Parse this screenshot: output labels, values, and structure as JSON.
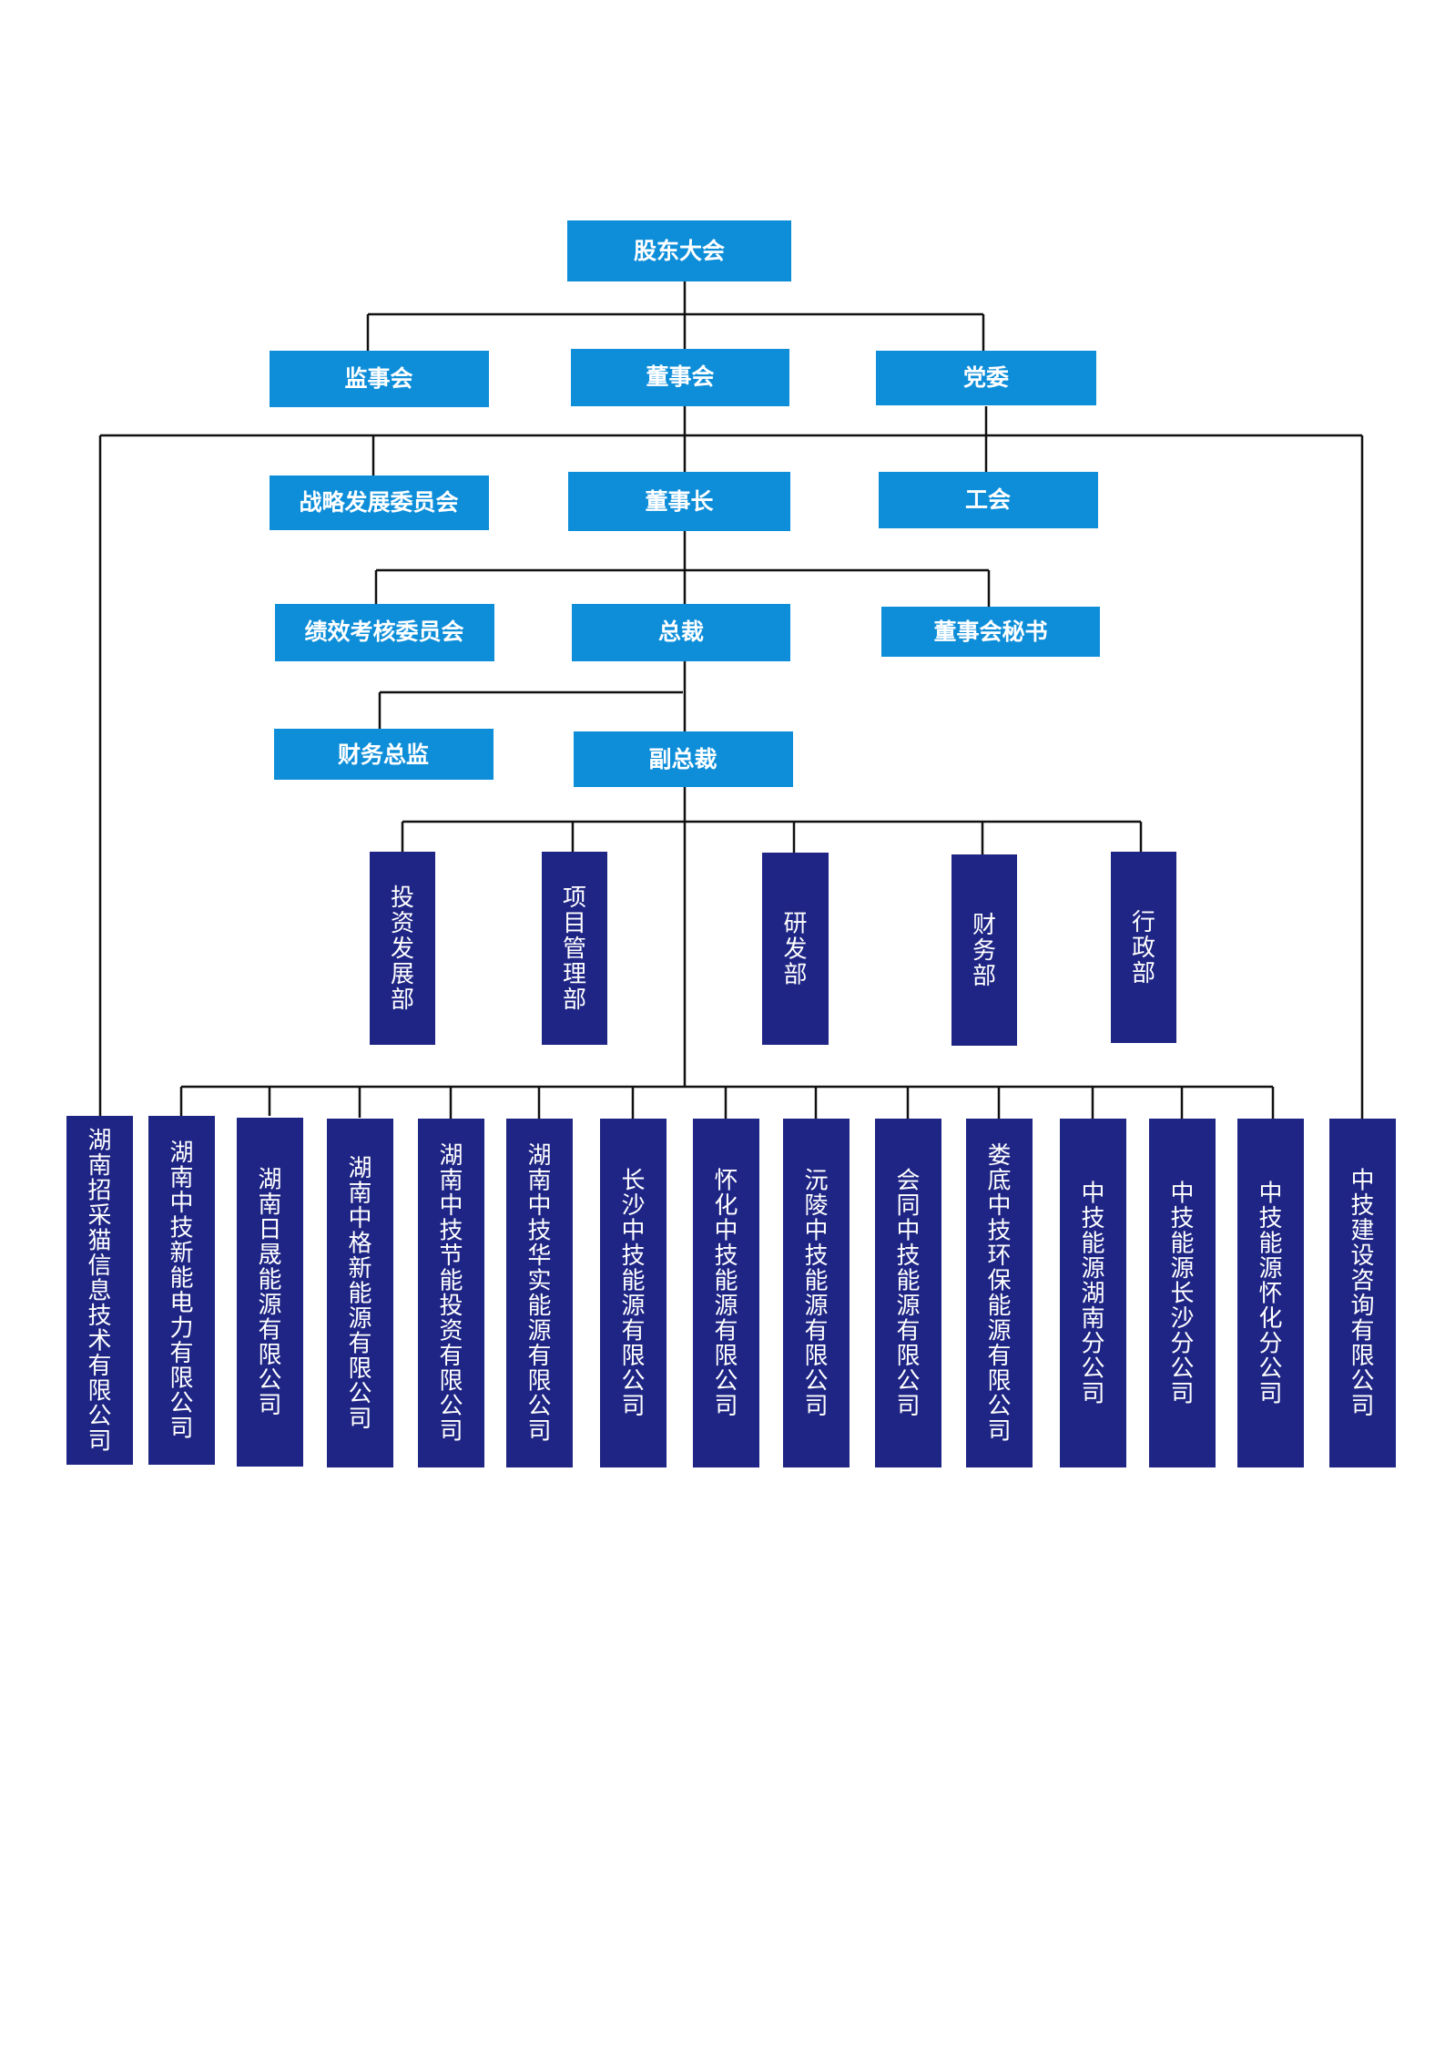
{
  "top": {
    "shareholders": "股东大会",
    "supervisors": "监事会",
    "board": "董事会",
    "party": "党委",
    "strategy": "战略发展委员会",
    "chairman": "董事长",
    "union": "工会",
    "performance": "绩效考核委员会",
    "president": "总裁",
    "board_secretary": "董事会秘书",
    "cfo": "财务总监",
    "vice_president": "副总裁"
  },
  "departments": [
    "投资发展部",
    "项目管理部",
    "研发部",
    "财务部",
    "行政部"
  ],
  "companies": [
    "湖南招采猫信息技术有限公司",
    "湖南中技新能电力有限公司",
    "湖南日晟能源有限公司",
    "湖南中格新能源有限公司",
    "湖南中技节能投资有限公司",
    "湖南中技华实能源有限公司",
    "长沙中技能源有限公司",
    "怀化中技能源有限公司",
    "沅陵中技能源有限公司",
    "会同中技能源有限公司",
    "娄底中技环保能源有限公司",
    "中技能源湖南分公司",
    "中技能源长沙分公司",
    "中技能源怀化分公司",
    "中技建设咨询有限公司"
  ],
  "colors": {
    "light_box": "#0e8ed9",
    "dark_box": "#1f2584",
    "line": "#111111",
    "text": "#ffffff"
  }
}
